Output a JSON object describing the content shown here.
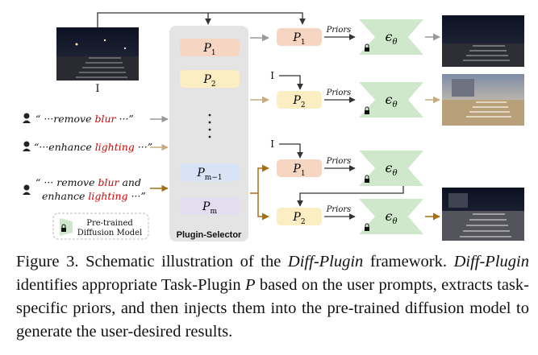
{
  "colors": {
    "plugin_fill": "#f6d6c3",
    "plugin_fill_2": "#fbeec2",
    "plugin_fill_m1": "#d9e3f6",
    "plugin_fill_m": "#e4ddf0",
    "selector_bg": "#e4e4e4",
    "diffusion_fill": "#cfe8cb",
    "arrow_gray": "#9a9a9a",
    "arrow_tan": "#c6ad7d",
    "arrow_brown": "#a66f14",
    "red": "#d40000"
  },
  "input": {
    "label": "I"
  },
  "prompts": {
    "p1": {
      "pre": "“ ···remove ",
      "red": "blur",
      "post": " ···”"
    },
    "p2": {
      "pre": "“···enhance ",
      "red": "lighting",
      "post": " ···”"
    },
    "p3_line1": {
      "pre": "“ ··· remove ",
      "red": "blur",
      "post": " and"
    },
    "p3_line2": {
      "pre": "enhance ",
      "red": "lighting",
      "post": " ···”"
    }
  },
  "selector": {
    "title": "Plugin-Selector",
    "plugins": {
      "p1": {
        "base": "P",
        "sub": "1"
      },
      "p2": {
        "base": "P",
        "sub": "2"
      },
      "pm1": {
        "base": "P",
        "sub": "m−1"
      },
      "pm": {
        "base": "P",
        "sub": "m"
      }
    }
  },
  "legend": {
    "line1": "Pre-trained",
    "line2": "Diffusion Model"
  },
  "pipeline": {
    "priors_label": "Priors",
    "model_symbol": "ϵ",
    "model_sub": "θ",
    "i_label": "I"
  },
  "caption": {
    "figure": "Figure 3.",
    "t1": " Schematic illustration of the ",
    "em1": "Diff-Plugin",
    "t2": " framework. ",
    "em2": "Diff-Plugin",
    "t3": " identifies appropriate Task-Plugin ",
    "sym": "P",
    "t4": " based on the user prompts, extracts task-specific priors, and then injects them into the pre-trained diffusion model to generate the user-desired results."
  }
}
